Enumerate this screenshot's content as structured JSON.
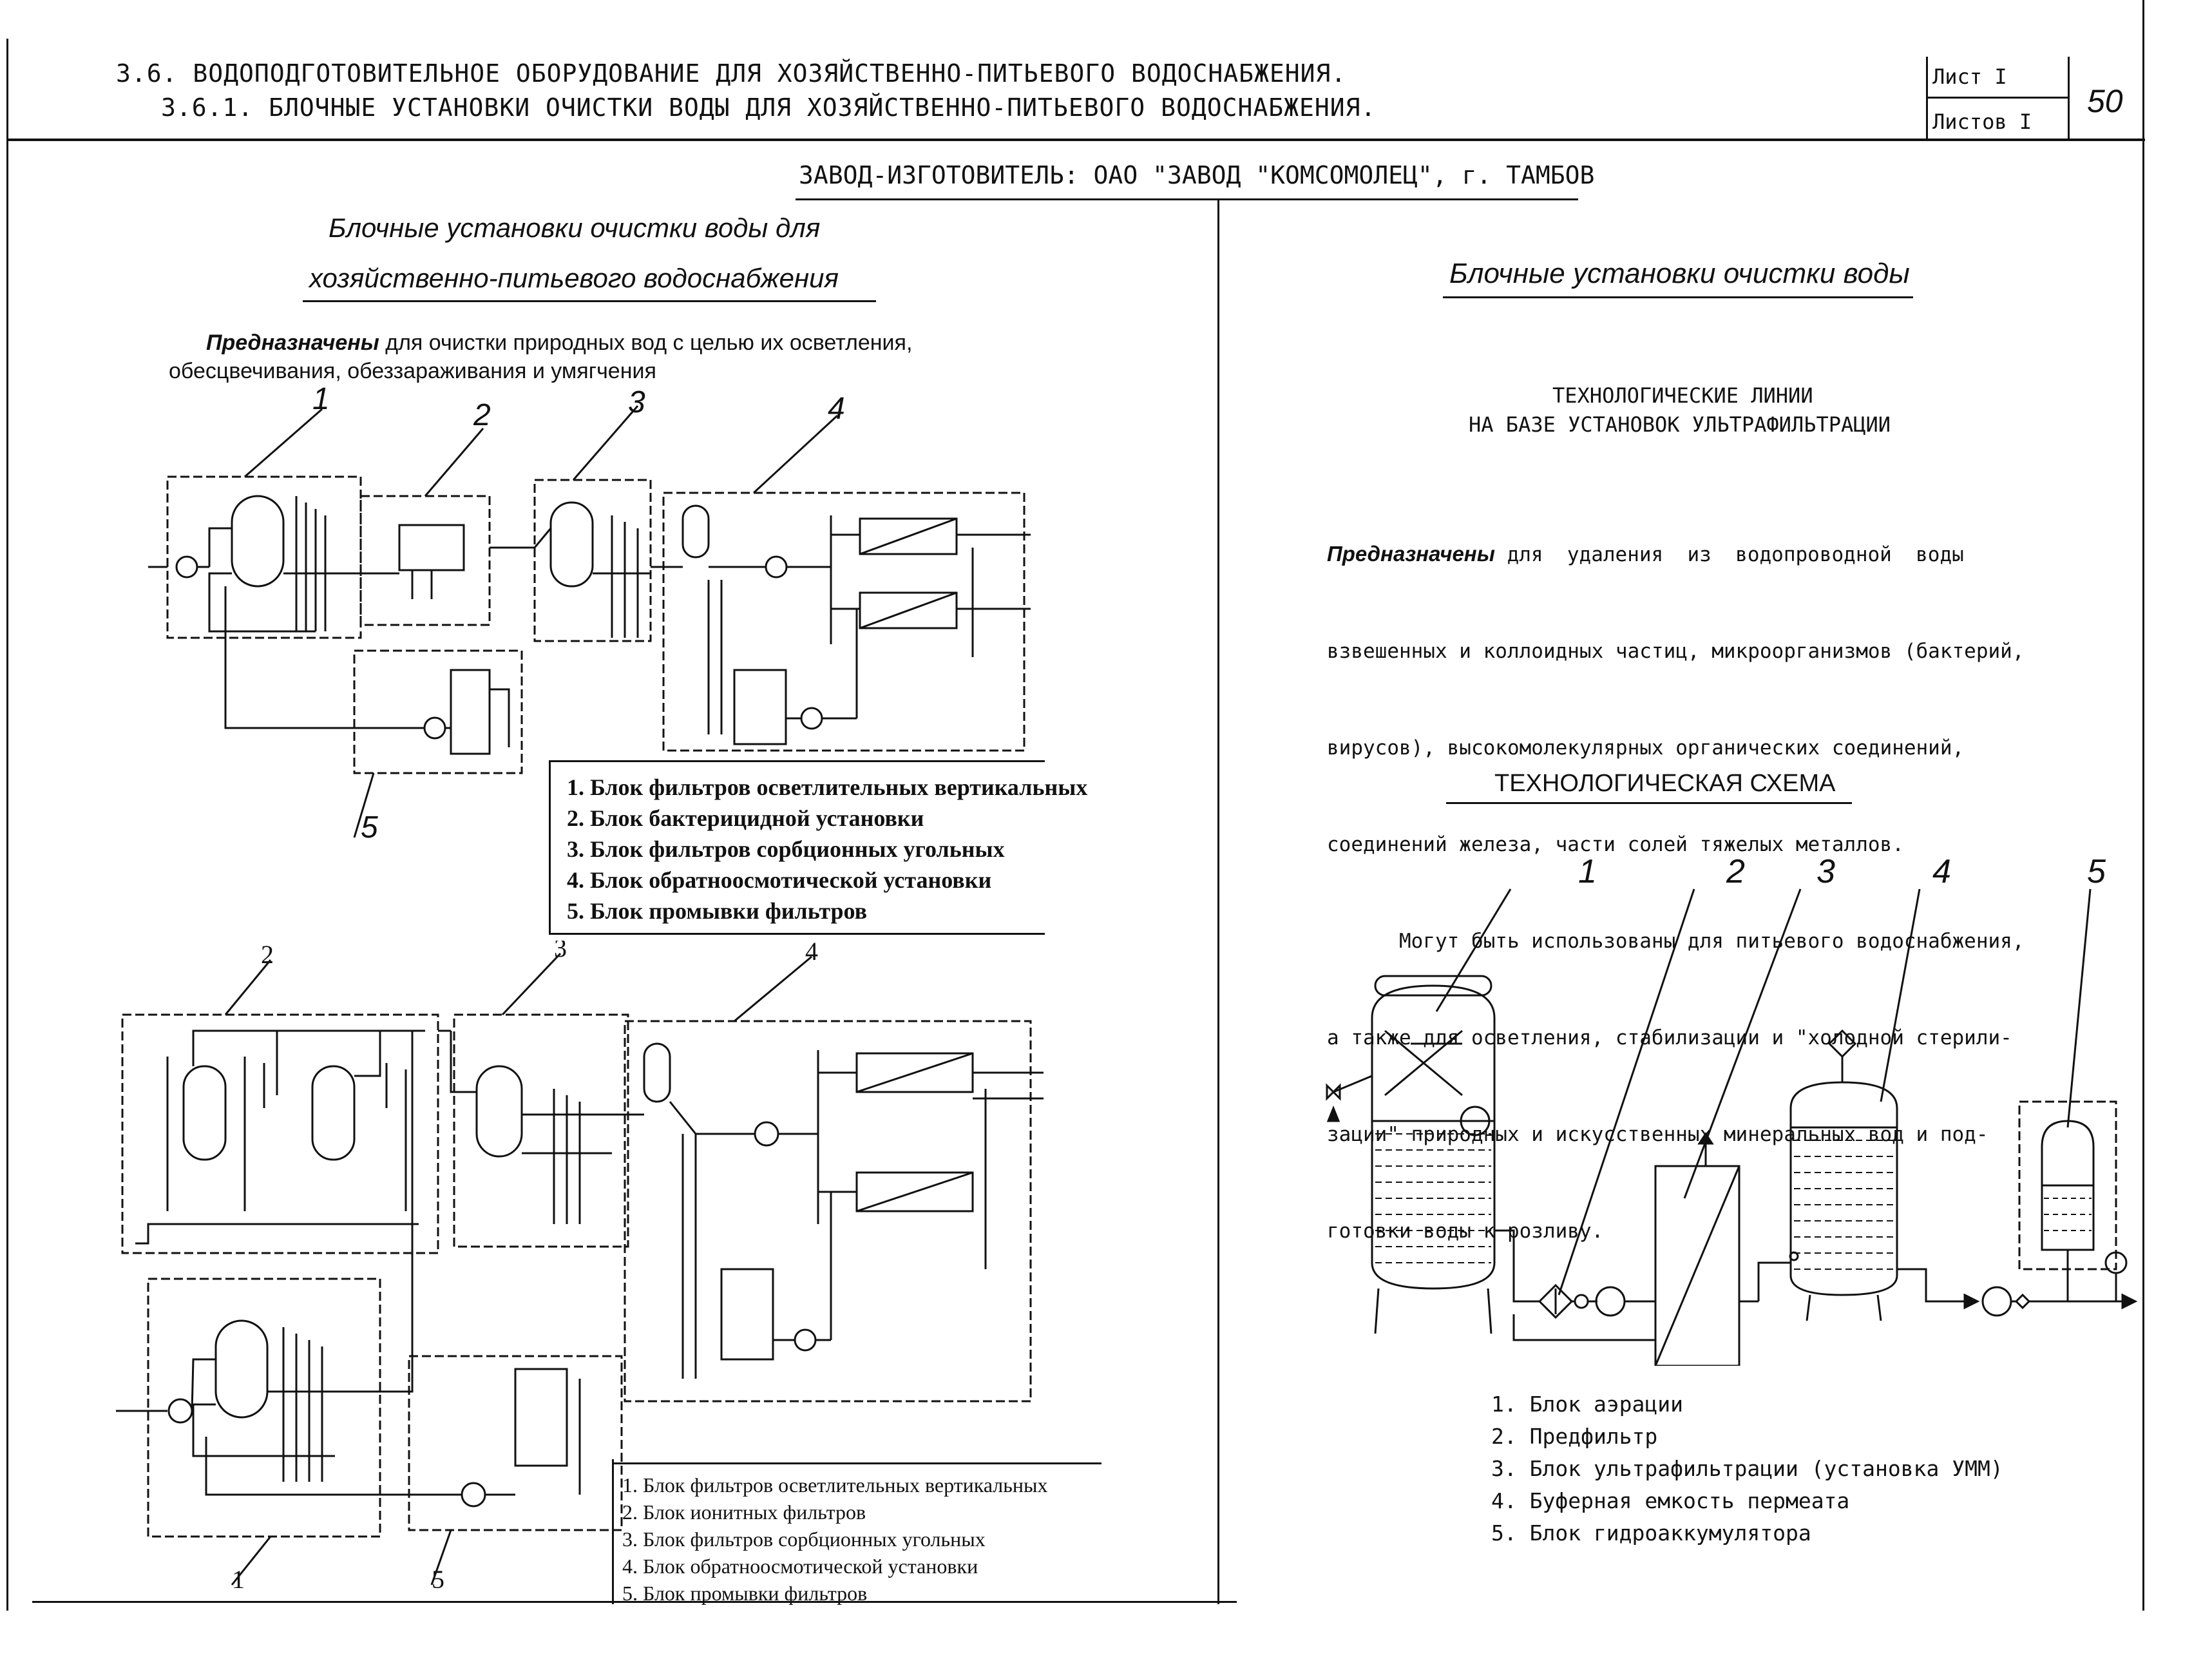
{
  "header": {
    "section": "3.6. ВОДОПОДГОТОВИТЕЛЬНОЕ ОБОРУДОВАНИЕ ДЛЯ ХОЗЯЙСТВЕННО-ПИТЬЕВОГО ВОДОСНАБЖЕНИЯ.",
    "subsection": "3.6.1. БЛОЧНЫЕ УСТАНОВКИ ОЧИСТКИ ВОДЫ ДЛЯ ХОЗЯЙСТВЕННО-ПИТЬЕВОГО ВОДОСНАБЖЕНИЯ.",
    "sheet_label": "Лист I",
    "sheets_label": "Листов I",
    "page_number": "50"
  },
  "manufacturer": "ЗАВОД-ИЗГОТОВИТЕЛЬ: ОАО \"ЗАВОД \"КОМСОМОЛЕЦ\", г. ТАМБОВ",
  "left": {
    "title_line1": "Блочные установки очистки воды для",
    "title_line2": "хозяйственно-питьевого водоснабжения",
    "purpose_bold": "Предназначены",
    "purpose_rest": " для очистки природных вод с целью их осветления,",
    "purpose_line2": "обесцвечивания, обеззараживания и умягчения",
    "diagram1_numbers": [
      "1",
      "2",
      "3",
      "4",
      "5"
    ],
    "legend1": [
      "1. Блок фильтров осветлительных вертикальных",
      "2. Блок бактерицидной установки",
      "3. Блок фильтров сорбционных угольных",
      "4. Блок обратноосмотической установки",
      "5. Блок промывки фильтров"
    ],
    "diagram2_numbers": [
      "2",
      "3",
      "4",
      "1",
      "5"
    ],
    "legend2": [
      "1. Блок фильтров осветлительных вертикальных",
      "2. Блок ионитных фильтров",
      "3. Блок фильтров сорбционных угольных",
      "4. Блок обратноосмотической установки",
      "5. Блок промывки фильтров"
    ]
  },
  "right": {
    "title": "Блочные установки очистки воды",
    "subtitle_line1": "ТЕХНОЛОГИЧЕСКИЕ  ЛИНИИ",
    "subtitle_line2": "НА БАЗЕ  УСТАНОВОК  УЛЬТРАФИЛЬТРАЦИИ",
    "purpose_bold": "Предназначены",
    "purpose_lines": [
      " для  удаления  из  водопроводной  воды",
      "взвешенных и коллоидных частиц, микроорганизмов (бактерий,",
      "вирусов), высокомолекулярных органических соединений,",
      "соединений железа, части солей тяжелых металлов.",
      "      Могут быть использованы для питьевого водоснабжения,",
      "а также для осветления, стабилизации и \"холодной стерили-",
      "зации\" природных и искусственных минеральных вод и под-",
      "готовки воды к розливу."
    ],
    "scheme_title": "ТЕХНОЛОГИЧЕСКАЯ СХЕМА",
    "scheme_numbers": [
      "1",
      "2",
      "3",
      "4",
      "5"
    ],
    "legend": [
      "1.  Блок аэрации",
      "2.  Предфильтр",
      "3.  Блок ультрафильтрации (установка УММ)",
      "4.  Буферная емкость пермеата",
      "5.  Блок гидроаккумулятора"
    ]
  }
}
